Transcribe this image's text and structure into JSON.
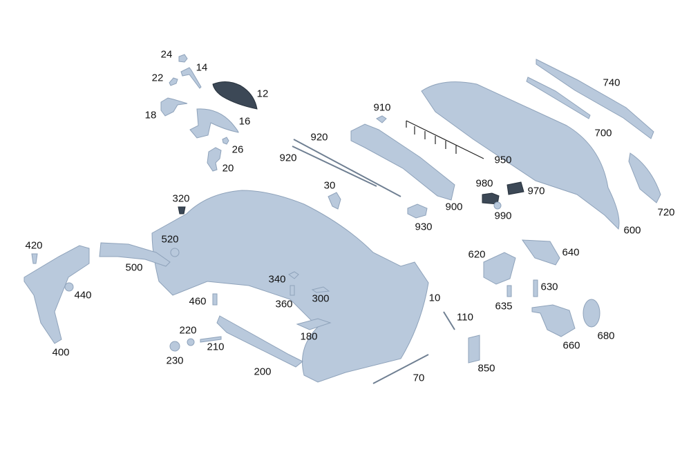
{
  "diagram": {
    "type": "exploded-parts-diagram",
    "part_color": "#b9c9dc",
    "labels": [
      "24",
      "14",
      "22",
      "12",
      "18",
      "16",
      "26",
      "20",
      "910",
      "920",
      "920",
      "950",
      "740",
      "700",
      "720",
      "600",
      "30",
      "980",
      "970",
      "900",
      "990",
      "930",
      "320",
      "420",
      "520",
      "500",
      "620",
      "640",
      "440",
      "340",
      "630",
      "360",
      "300",
      "460",
      "10",
      "635",
      "110",
      "220",
      "680",
      "180",
      "210",
      "660",
      "400",
      "230",
      "850",
      "200",
      "70"
    ]
  }
}
